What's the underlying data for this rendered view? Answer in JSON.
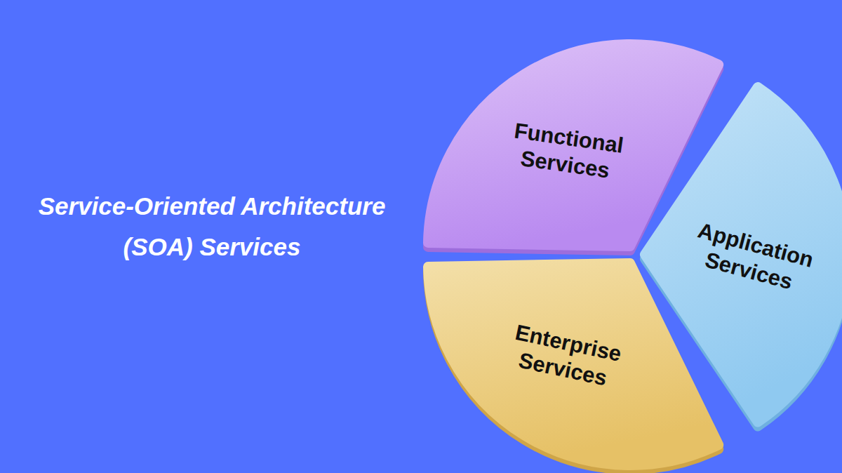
{
  "diagram": {
    "title": "Service-Oriented Architecture (SOA) Services",
    "nodes": [
      {
        "text": [
          "Functional Services"
        ]
      },
      {
        "text": [
          "Application Services"
        ]
      },
      {
        "text": [
          "Enterprise Services"
        ]
      }
    ]
  }
}
